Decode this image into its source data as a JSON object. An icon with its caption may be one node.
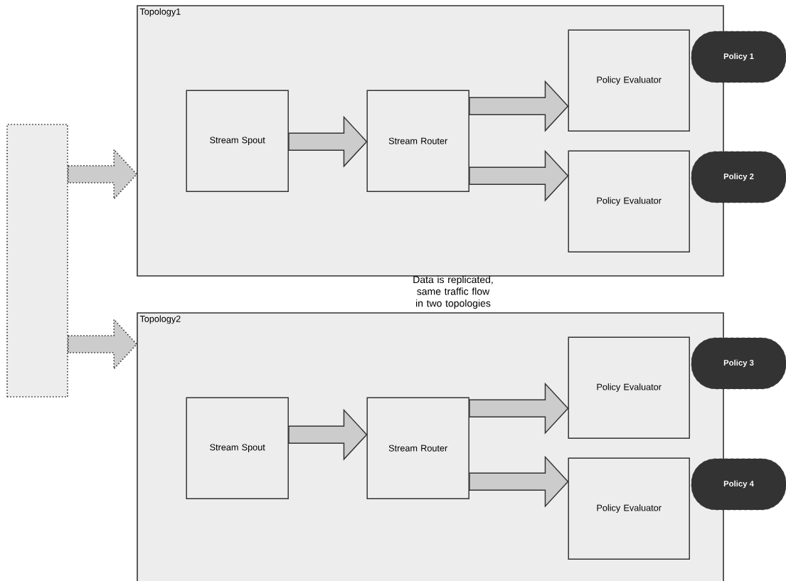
{
  "diagram": {
    "nodes": [
      {
        "text": [],
        "shape": "box"
      },
      {
        "text": [
          "Topology1"
        ]
      },
      {
        "text": [
          "Stream Spout"
        ],
        "in": 1
      },
      {
        "text": [
          "Stream Router"
        ],
        "in": 1
      },
      {
        "text": [
          "Policy Evaluator"
        ],
        "in": 1
      },
      {
        "text": [
          "Policy Evaluator"
        ],
        "in": 1
      },
      {
        "text": [
          "Policy 1"
        ]
      },
      {
        "text": [
          "Policy 2"
        ]
      },
      {
        "text": [
          "Topology2"
        ]
      },
      {
        "text": [
          "Stream Spout"
        ],
        "in": 8
      },
      {
        "text": [
          "Stream Router"
        ],
        "in": 8
      },
      {
        "text": [
          "Policy Evaluator"
        ],
        "in": 8
      },
      {
        "text": [
          "Policy Evaluator"
        ],
        "in": 8
      },
      {
        "text": [
          "Policy 3"
        ]
      },
      {
        "text": [
          "Policy 4"
        ]
      }
    ],
    "edges": [
      {
        "from": 0,
        "to": 1,
        "arrow": "to",
        "style": "dashed"
      },
      {
        "from": 0,
        "to": 8,
        "arrow": "to",
        "style": "dashed"
      },
      {
        "from": 2,
        "to": 3,
        "arrow": "to"
      },
      {
        "from": 3,
        "to": 4,
        "arrow": "to"
      },
      {
        "from": 3,
        "to": 5,
        "arrow": "to"
      },
      {
        "from": 9,
        "to": 10,
        "arrow": "to"
      },
      {
        "from": 10,
        "to": 11,
        "arrow": "to"
      },
      {
        "from": 10,
        "to": 12,
        "arrow": "to"
      }
    ],
    "labels": [
      "Data is replicated, same traffic flow in two topologies"
    ]
  }
}
